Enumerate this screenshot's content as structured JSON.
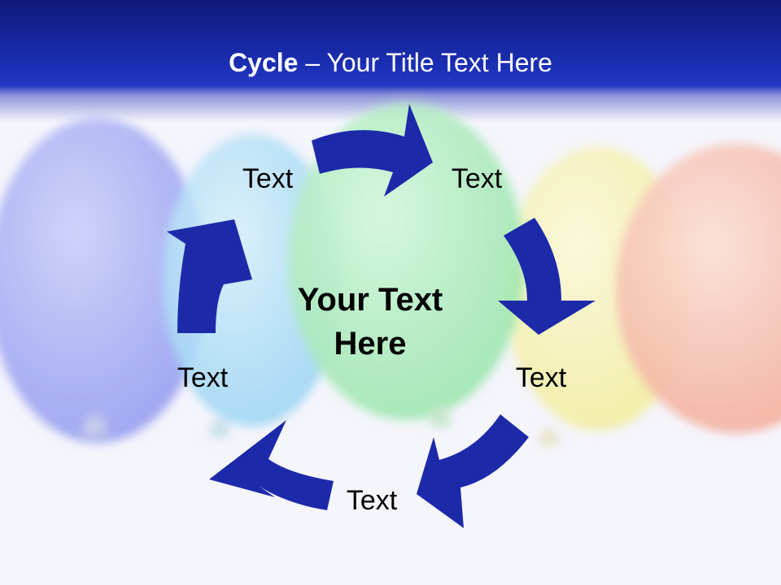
{
  "title": {
    "bold": "Cycle",
    "rest": " – Your Title Text Here"
  },
  "center": {
    "line1": "Your Text",
    "line2": "Here"
  },
  "steps": [
    {
      "label": "Text"
    },
    {
      "label": "Text"
    },
    {
      "label": "Text"
    },
    {
      "label": "Text"
    },
    {
      "label": "Text"
    }
  ],
  "colors": {
    "arrow": "#1c2aaa",
    "header": "#1b2fb5",
    "balloons": [
      "#9aa3f2",
      "#a9dcf6",
      "#a7ecb6",
      "#f6f2a7",
      "#f7b9a8"
    ]
  }
}
